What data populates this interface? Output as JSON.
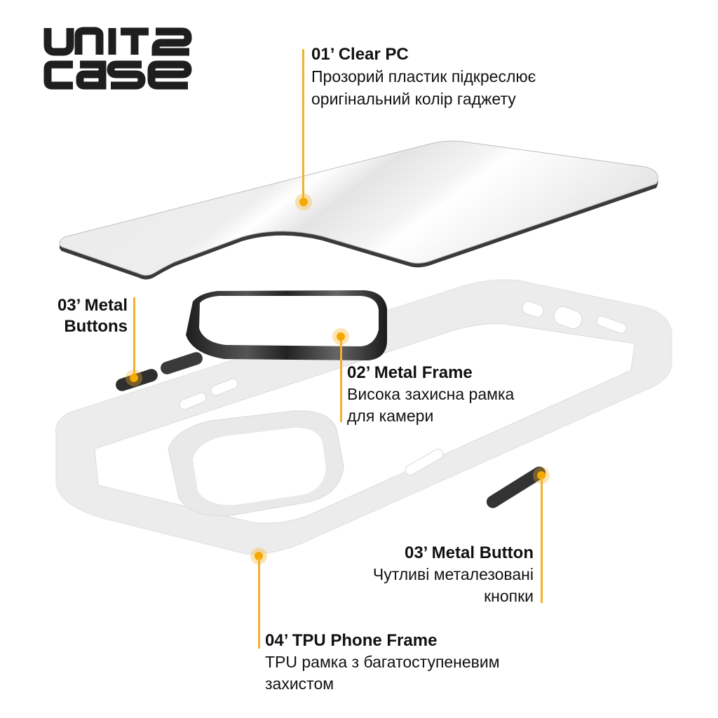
{
  "brand": {
    "logo_line1": "UNIT2",
    "logo_line2": "case"
  },
  "accent_color": "#f5a800",
  "callouts": [
    {
      "id": "01",
      "title": "01’ Clear PC",
      "description_line1": "Прозорий пластик підкреслює",
      "description_line2": "оригінальний колір гаджету"
    },
    {
      "id": "02",
      "title": "02’ Metal Frame",
      "description_line1": "Висока захисна рамка",
      "description_line2": "для камери"
    },
    {
      "id": "03a",
      "title_line1": "03’ Metal",
      "title_line2": "Buttons"
    },
    {
      "id": "03b",
      "title": "03’ Metal Button",
      "description_line1": "Чутливі металезовані",
      "description_line2": "кнопки"
    },
    {
      "id": "04",
      "title": "04’ TPU Phone Frame",
      "description_line1": "TPU рамка з багатоступеневим",
      "description_line2": "захистом"
    }
  ],
  "components": [
    {
      "name": "clear-pc-back-panel",
      "color": "#e6e6e6"
    },
    {
      "name": "metal-camera-frame",
      "color": "#2b2b2b"
    },
    {
      "name": "metal-side-buttons",
      "color": "#333333"
    },
    {
      "name": "tpu-bumper-frame",
      "color": "#efefef"
    }
  ]
}
